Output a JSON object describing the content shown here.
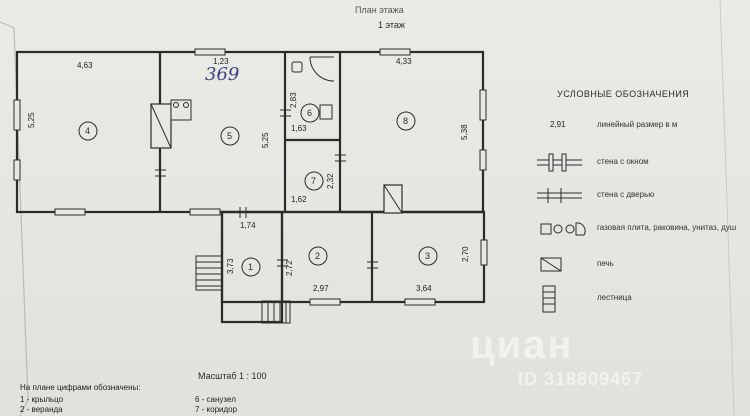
{
  "header": {
    "top_title": "План этажа",
    "floor": "1 этаж"
  },
  "dims": {
    "d463": "4,63",
    "d123": "1,23",
    "d433": "4,33",
    "d525a": "5,25",
    "d525b": "5,25",
    "d538": "5,38",
    "d283": "2,83",
    "d163": "1,63",
    "d232": "2,32",
    "d162": "1,62",
    "d174": "1,74",
    "d373": "3,73",
    "d272": "2,72",
    "d297": "2,97",
    "d364": "3,64",
    "d270": "2,70"
  },
  "handwritten": "369",
  "rooms": [
    "4",
    "5",
    "6",
    "8",
    "7",
    "1",
    "2",
    "3"
  ],
  "legend": {
    "title": "УСЛОВНЫЕ  ОБОЗНАЧЕНИЯ",
    "items": [
      {
        "symbol": "2,91",
        "text": "линейный размер в м"
      },
      {
        "symbol": "window-wall",
        "text": "стена с окном"
      },
      {
        "symbol": "door-wall",
        "text": "стена с дверью"
      },
      {
        "symbol": "fixtures",
        "text": "газовая плита, раковина, унитаз, душ"
      },
      {
        "symbol": "stove",
        "text": "печь"
      },
      {
        "symbol": "stair",
        "text": "лестница"
      }
    ]
  },
  "scale": "Масштаб 1 : 100",
  "notes": {
    "title": "На плане цифрами обозначены:",
    "items": [
      "1 - крыльцо",
      "2 - веранда",
      "6 - санузел",
      "7 - коридор"
    ]
  },
  "watermark": {
    "brand": "циан",
    "id": "ID 318809467"
  },
  "colors": {
    "paper": "#e6e8e3",
    "ink": "#2b2b2b",
    "handwriting": "#3a3f86"
  }
}
